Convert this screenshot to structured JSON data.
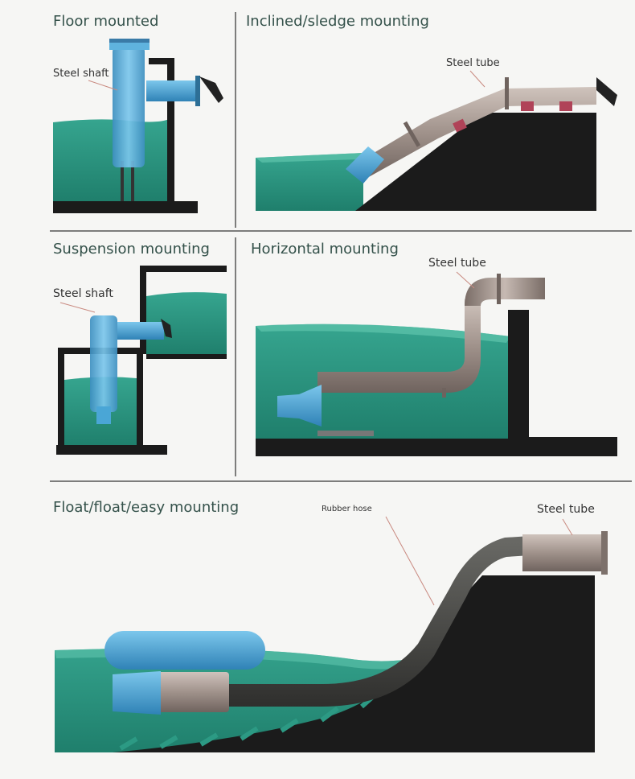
{
  "panels": {
    "floor": {
      "title": "Floor mounted",
      "label": "Steel shaft"
    },
    "inclined": {
      "title": "Inclined/sledge mounting",
      "label": "Steel tube"
    },
    "suspension": {
      "title": "Suspension mounting",
      "label": "Steel shaft"
    },
    "horizontal": {
      "title": "Horizontal mounting",
      "label": "Steel tube"
    },
    "float": {
      "title": "Float/float/easy mounting",
      "label_hose": "Rubber hose",
      "label_tube": "Steel tube"
    }
  },
  "colors": {
    "water": "#2c9a84",
    "water_dark": "#1f7d6b",
    "water_top": "#5fc4ad",
    "wall": "#1b1b1b",
    "pump_blue": "#4aa6d6",
    "steel": "#a89a93",
    "rubber": "#4a4a48",
    "divider": "#444444"
  }
}
